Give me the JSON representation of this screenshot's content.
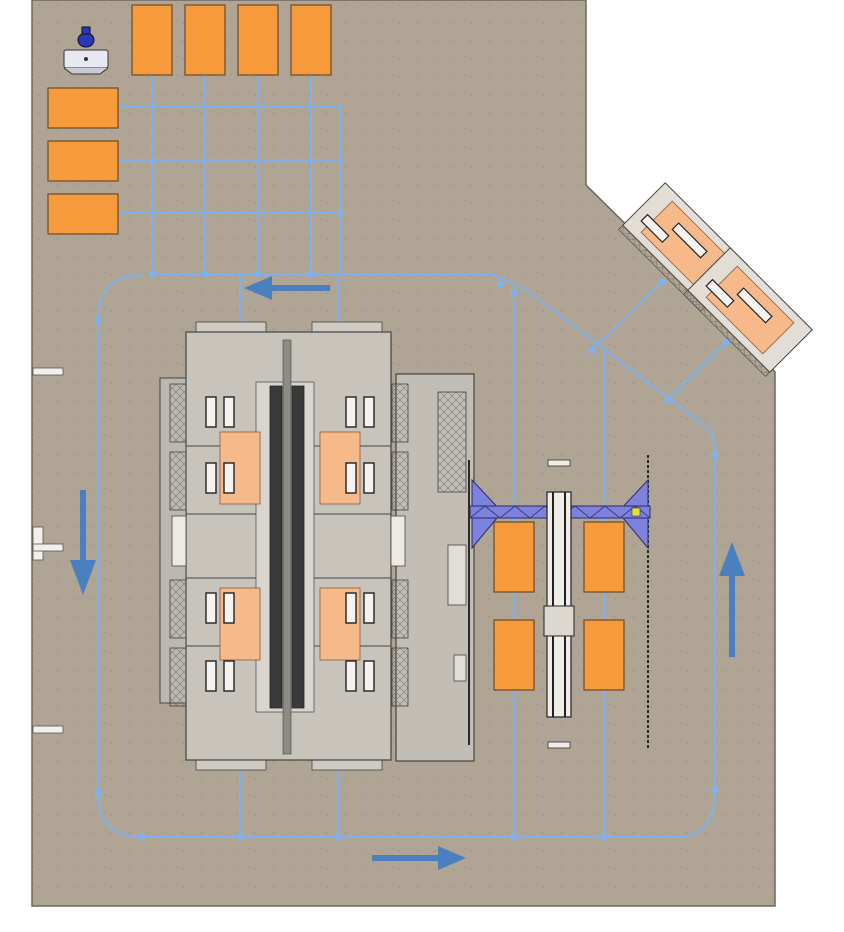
{
  "layout": {
    "title": "",
    "colors": {
      "page": "#ffffff",
      "floor": "#b0a594",
      "floor_edge": "#6d665c",
      "pallet": "#f79a3b",
      "pallet_edge": "#6a4a2a",
      "agv_path": "#7db2ee",
      "flow_arrow": "#4a7fc0",
      "booth_body": "#c8c3bb",
      "booth_light": "#e2ded6",
      "booth_dark": "#2d2d2d",
      "booth_part": "#f6b98a",
      "gantry_truss": "#7d82dc",
      "gantry_sensor": "#e4e03a"
    },
    "icons": [
      "robot-cart-icon",
      "flow-direction-arrow-icon"
    ],
    "flow_direction": [
      "left",
      "down",
      "right",
      "up"
    ]
  }
}
